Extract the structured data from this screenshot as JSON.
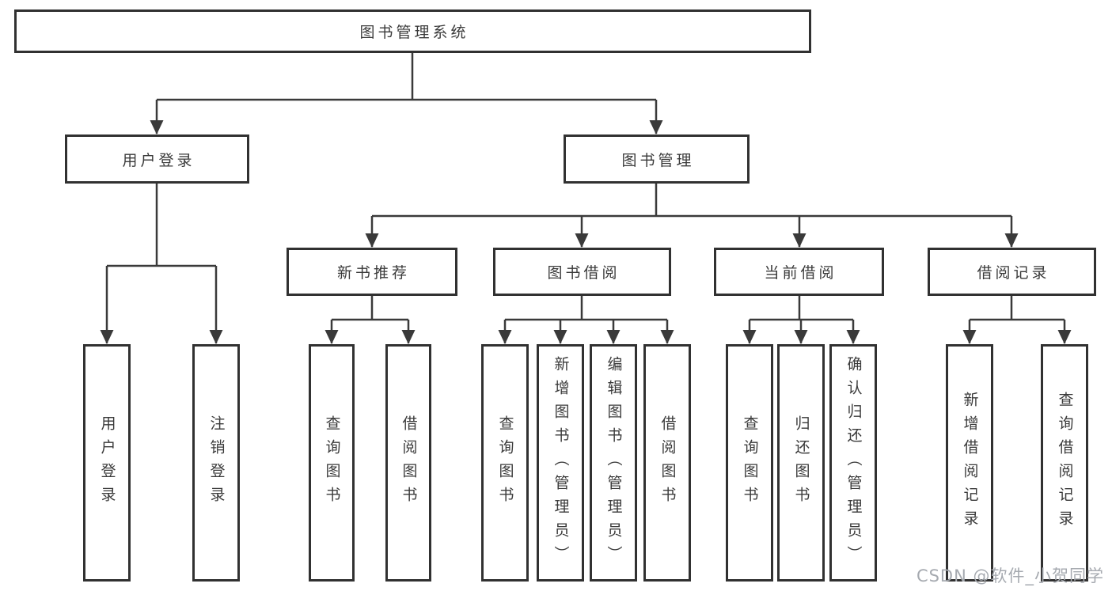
{
  "diagram": {
    "type": "hierarchy-tree",
    "colors": {
      "background": "#ffffff",
      "box_border": "#313131",
      "box_fill": "#ffffff",
      "text": "#3a3a3a",
      "connector": "#3a3a3a",
      "watermark": "#a6aab0"
    },
    "nodes": {
      "root": "图书管理系统",
      "user_login": "用户登录",
      "book_mgmt": "图书管理",
      "new_book_rec": "新书推荐",
      "book_borrow": "图书借阅",
      "current_borrow": "当前借阅",
      "borrow_record": "借阅记录",
      "leaf_user_login": "用户登录",
      "leaf_logout": "注销登录",
      "leaf_nb_query": "查询图书",
      "leaf_nb_borrow": "借阅图书",
      "leaf_bb_query": "查询图书",
      "leaf_bb_add": "新增图书（管理员）",
      "leaf_bb_edit": "编辑图书（管理员）",
      "leaf_bb_borrow": "借阅图书",
      "leaf_cb_query": "查询图书",
      "leaf_cb_return": "归还图书",
      "leaf_cb_confirm": "确认归还（管理员）",
      "leaf_br_add": "新增借阅记录",
      "leaf_br_query": "查询借阅记录"
    },
    "structure": [
      {
        "parent": "图书管理系统",
        "children": [
          "用户登录",
          "图书管理"
        ]
      },
      {
        "parent": "用户登录",
        "children": [
          "用户登录",
          "注销登录"
        ]
      },
      {
        "parent": "图书管理",
        "children": [
          "新书推荐",
          "图书借阅",
          "当前借阅",
          "借阅记录"
        ]
      },
      {
        "parent": "新书推荐",
        "children": [
          "查询图书",
          "借阅图书"
        ]
      },
      {
        "parent": "图书借阅",
        "children": [
          "查询图书",
          "新增图书（管理员）",
          "编辑图书（管理员）",
          "借阅图书"
        ]
      },
      {
        "parent": "当前借阅",
        "children": [
          "查询图书",
          "归还图书",
          "确认归还（管理员）"
        ]
      },
      {
        "parent": "借阅记录",
        "children": [
          "新增借阅记录",
          "查询借阅记录"
        ]
      }
    ],
    "watermark": "CSDN @软件_小贺同学"
  }
}
